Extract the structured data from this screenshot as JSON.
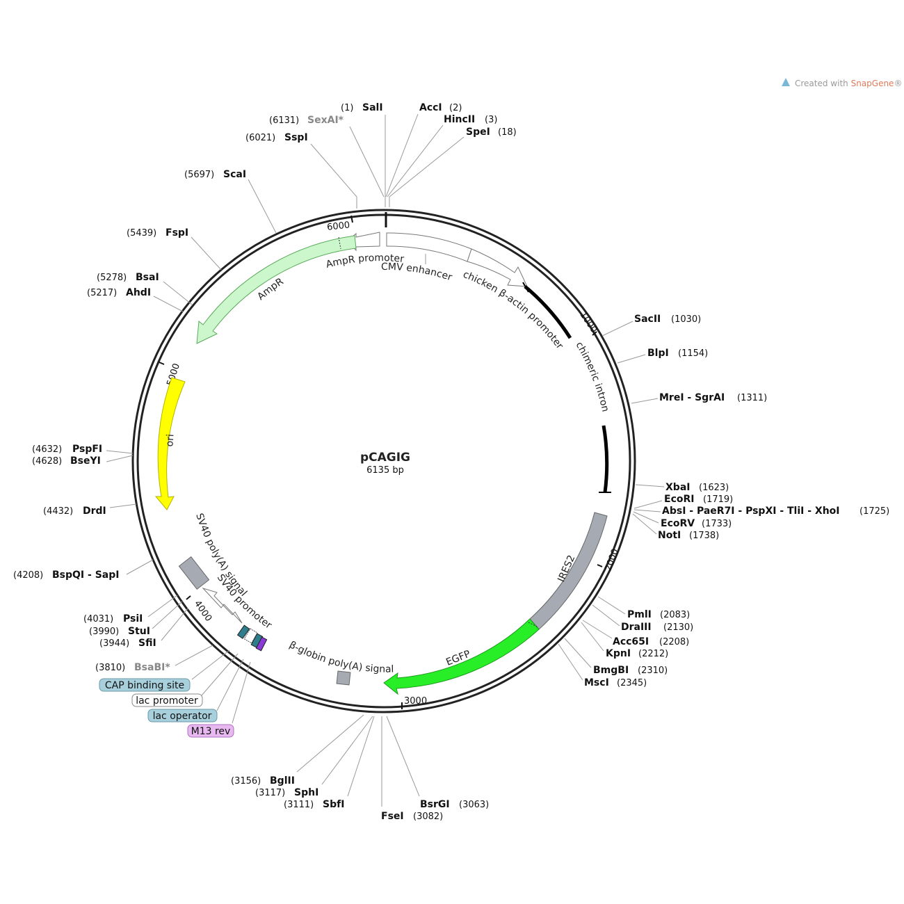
{
  "plasmid": {
    "name": "pCAGIG",
    "size_label": "6135 bp"
  },
  "credit": {
    "prefix": "Created with ",
    "brand": "SnapGene",
    "mark": "®"
  },
  "ticks": [
    "1000",
    "2000",
    "3000",
    "4000",
    "5000",
    "6000"
  ],
  "features": [
    {
      "name": "AmpR promoter",
      "color": "#ffffff"
    },
    {
      "name": "CMV enhancer",
      "color": "#ffffff"
    },
    {
      "name": "chicken β-actin promoter",
      "color": "#ffffff"
    },
    {
      "name": "chimeric intron",
      "color": "#000000"
    },
    {
      "name": "IRES2",
      "color": "#a6abb3"
    },
    {
      "name": "EGFP",
      "color": "#28ee28"
    },
    {
      "name": "β-globin poly(A) signal",
      "color": "#a6abb3"
    },
    {
      "name": "SV40 poly(A) signal",
      "color": "#a6abb3"
    },
    {
      "name": "SV40 promoter",
      "color": "#ffffff"
    },
    {
      "name": "ori",
      "color": "#ffff00"
    },
    {
      "name": "AmpR",
      "color": "#ccf7cc"
    }
  ],
  "enzymes": [
    {
      "name": "SalI",
      "pos": "(1)"
    },
    {
      "name": "SexAI*",
      "pos": "(6131)"
    },
    {
      "name": "SspI",
      "pos": "(6021)"
    },
    {
      "name": "AccI",
      "pos": "(2)"
    },
    {
      "name": "HincII",
      "pos": "(3)"
    },
    {
      "name": "SpeI",
      "pos": "(18)"
    },
    {
      "name": "ScaI",
      "pos": "(5697)"
    },
    {
      "name": "FspI",
      "pos": "(5439)"
    },
    {
      "name": "BsaI",
      "pos": "(5278)"
    },
    {
      "name": "AhdI",
      "pos": "(5217)"
    },
    {
      "name": "SacII",
      "pos": "(1030)"
    },
    {
      "name": "BlpI",
      "pos": "(1154)"
    },
    {
      "name": "MreI - SgrAI",
      "pos": "(1311)"
    },
    {
      "name": "PspFI",
      "pos": "(4632)"
    },
    {
      "name": "BseYI",
      "pos": "(4628)"
    },
    {
      "name": "XbaI",
      "pos": "(1623)"
    },
    {
      "name": "EcoRI",
      "pos": "(1719)"
    },
    {
      "name": "AbsI - PaeR7I - PspXI - TliI - XhoI",
      "pos": "(1725)"
    },
    {
      "name": "EcoRV",
      "pos": "(1733)"
    },
    {
      "name": "NotI",
      "pos": "(1738)"
    },
    {
      "name": "DrdI",
      "pos": "(4432)"
    },
    {
      "name": "BspQI - SapI",
      "pos": "(4208)"
    },
    {
      "name": "PmlI",
      "pos": "(2083)"
    },
    {
      "name": "DraIII",
      "pos": "(2130)"
    },
    {
      "name": "Acc65I",
      "pos": "(2208)"
    },
    {
      "name": "KpnI",
      "pos": "(2212)"
    },
    {
      "name": "BmgBI",
      "pos": "(2310)"
    },
    {
      "name": "MscI",
      "pos": "(2345)"
    },
    {
      "name": "PsiI",
      "pos": "(4031)"
    },
    {
      "name": "StuI",
      "pos": "(3990)"
    },
    {
      "name": "SfiI",
      "pos": "(3944)"
    },
    {
      "name": "BsaBI*",
      "pos": "(3810)"
    },
    {
      "name": "BglII",
      "pos": "(3156)"
    },
    {
      "name": "SphI",
      "pos": "(3117)"
    },
    {
      "name": "SbfI",
      "pos": "(3111)"
    },
    {
      "name": "BsrGI",
      "pos": "(3063)"
    },
    {
      "name": "FseI",
      "pos": "(3082)"
    }
  ],
  "small_features": [
    {
      "name": "CAP binding site",
      "color": "#a8d0dc"
    },
    {
      "name": "lac promoter",
      "color": "#ffffff"
    },
    {
      "name": "lac operator",
      "color": "#a8d0dc"
    },
    {
      "name": "M13 rev",
      "color": "#e8b8f0"
    }
  ]
}
